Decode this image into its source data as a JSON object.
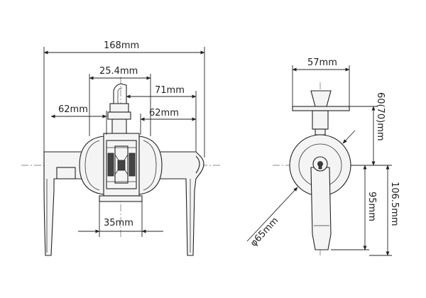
{
  "front_view": {
    "dim_overall_width": "168mm",
    "dim_cross_bore": "25.4mm",
    "dim_latch_length": "71mm",
    "dim_lever_left": "62mm",
    "dim_lever_right": "62mm",
    "dim_rose": "35mm"
  },
  "side_view": {
    "dim_faceplate_width": "57mm",
    "dim_backset": "60(70)mm",
    "dim_rose_diameter": "φ65mm",
    "dim_lever_height": "95mm",
    "dim_total_height": "106.5mm"
  }
}
